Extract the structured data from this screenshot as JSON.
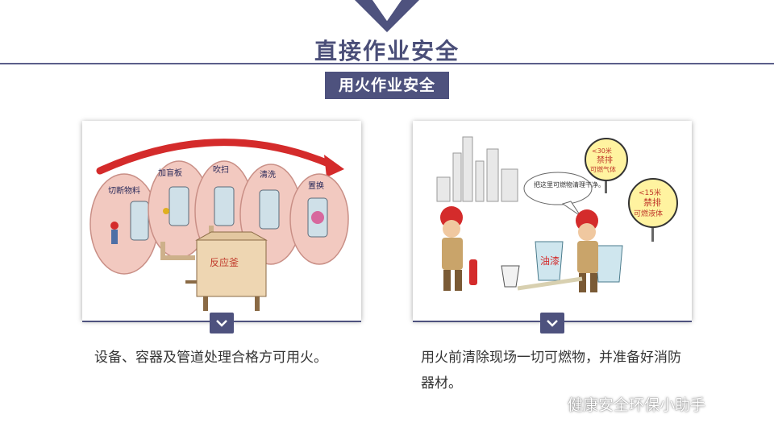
{
  "header": {
    "title": "直接作业安全",
    "subtitle": "用火作业安全"
  },
  "cards": [
    {
      "caption": "设备、容器及管道处理合格方可用火。",
      "illustration": {
        "steps": [
          "切断物料",
          "加盲板",
          "吹扫",
          "清洗",
          "置换"
        ],
        "tank_label": "反应釜"
      }
    },
    {
      "caption": "用火前清除现场一切可燃物，并准备好消防器材。",
      "illustration": {
        "speech": "把这里可燃物清理干净。",
        "sign1": {
          "distance": "<30米",
          "line1": "禁排",
          "line2": "可燃气体"
        },
        "sign2": {
          "distance": "<15米",
          "line1": "禁排",
          "line2": "可燃液体"
        },
        "bucket_label": "油漆"
      }
    }
  ],
  "watermark": "健康安全环保小助手",
  "colors": {
    "primary": "#4e527e",
    "title": "#4a4e78",
    "arrow": "#d42b2b",
    "bubble": "#f2c9c0"
  }
}
